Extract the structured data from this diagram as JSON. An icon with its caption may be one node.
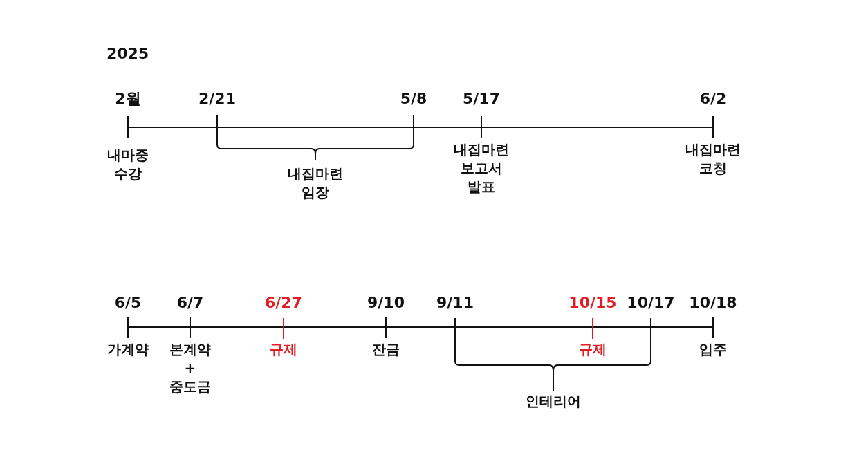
{
  "diagram": {
    "title": "2025",
    "labels": [
      "2월",
      "2/21",
      "5/8",
      "5/17",
      "6/2",
      "내마중 수강",
      "내집마련 보고서 발표",
      "내집마련 코칭",
      "내집마련 임장",
      "6/5",
      "6/7",
      "6/27",
      "9/10",
      "9/11",
      "10/15",
      "10/17",
      "10/18",
      "가계약",
      "본계약 + 중도금",
      "규제",
      "잔금",
      "규제",
      "입주",
      "인테리어"
    ]
  }
}
